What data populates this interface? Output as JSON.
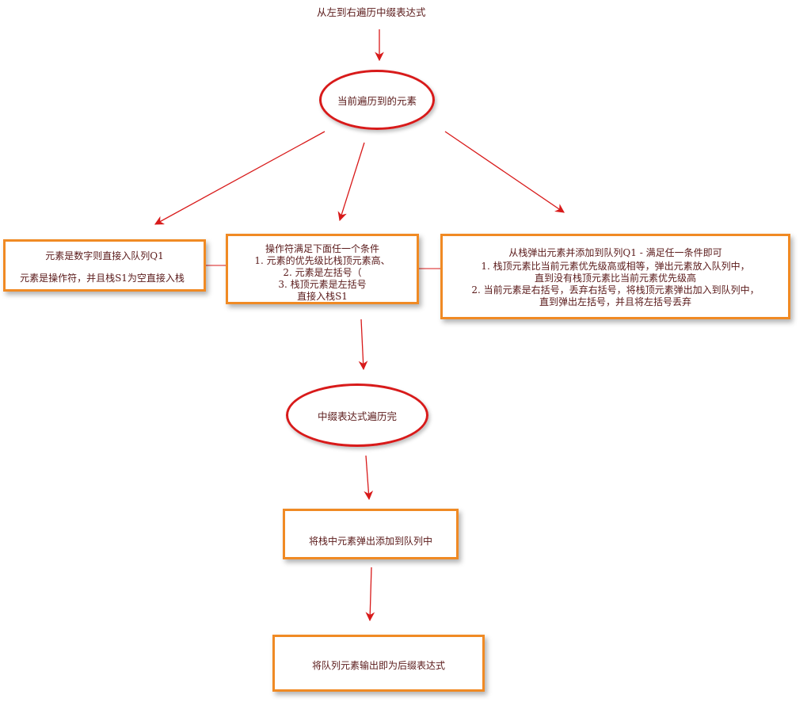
{
  "title": "从左到右遍历中缀表达式",
  "node_current": "当前遍历到的元素",
  "node_done": "中缀表达式遍历完",
  "box_number": {
    "line1": "元素是数字则直接入队列Q1",
    "line2": "元素是操作符，并且栈S1为空直接入栈"
  },
  "box_operator": {
    "line1": "操作符满足下面任一个条件",
    "line2": "1. 元素的优先级比栈顶元素高、",
    "line3": "2. 元素是左括号（",
    "line4": "3. 栈顶元素是左括号",
    "line5": "直接入栈S1"
  },
  "box_pop": {
    "line1": "从栈弹出元素并添加到队列Q1 - 满足任一条件即可",
    "line2": "1. 栈顶元素比当前元素优先级高或相等，弹出元素放入队列中，",
    "line3": "直到没有栈顶元素比当前元素优先级高",
    "line4": "2. 当前元素是右括号，丢弃右括号，将栈顶元素弹出加入到队列中，",
    "line5": "直到弹出左括号，并且将左括号丢弃"
  },
  "box_stack_pop": "将栈中元素弹出添加到队列中",
  "box_output": "将队列元素输出即为后缀表达式",
  "colors": {
    "ellipse": "#d81a1a",
    "box_border": "#f08a24",
    "arrow": "#d81a1a",
    "text": "#5a1a1a"
  }
}
